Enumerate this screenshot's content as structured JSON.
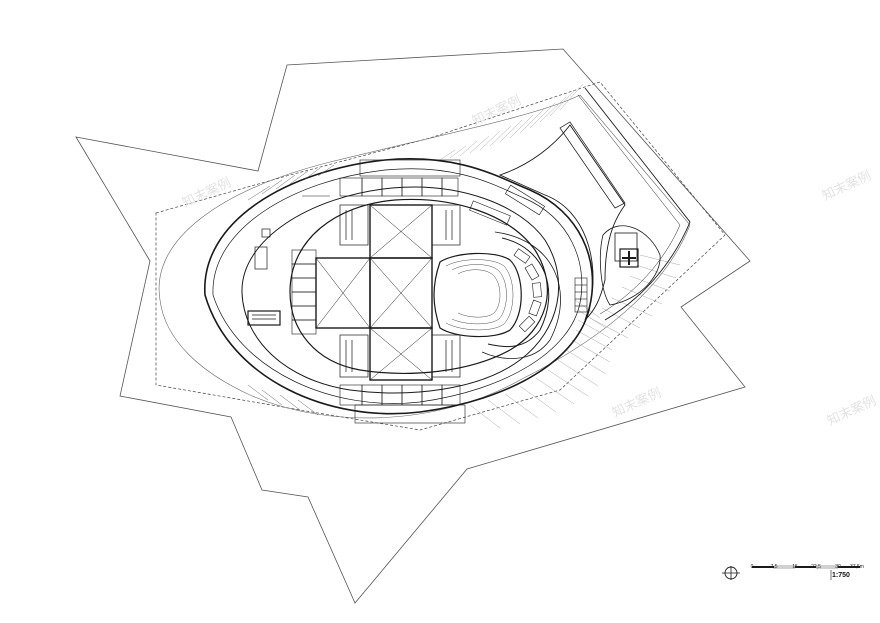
{
  "scale_bar": {
    "ticks": [
      "0",
      "7,5",
      "15",
      "22,5",
      "30",
      "37,5m"
    ],
    "ratio": "1:750"
  },
  "watermark": {
    "text": "知末案例"
  },
  "colors": {
    "line": "#1a1a1a",
    "faint": "#bdbdbd",
    "watermark": "#e3e3e3"
  },
  "icons": [
    "north-arrow-icon",
    "helipad-cross-icon"
  ]
}
